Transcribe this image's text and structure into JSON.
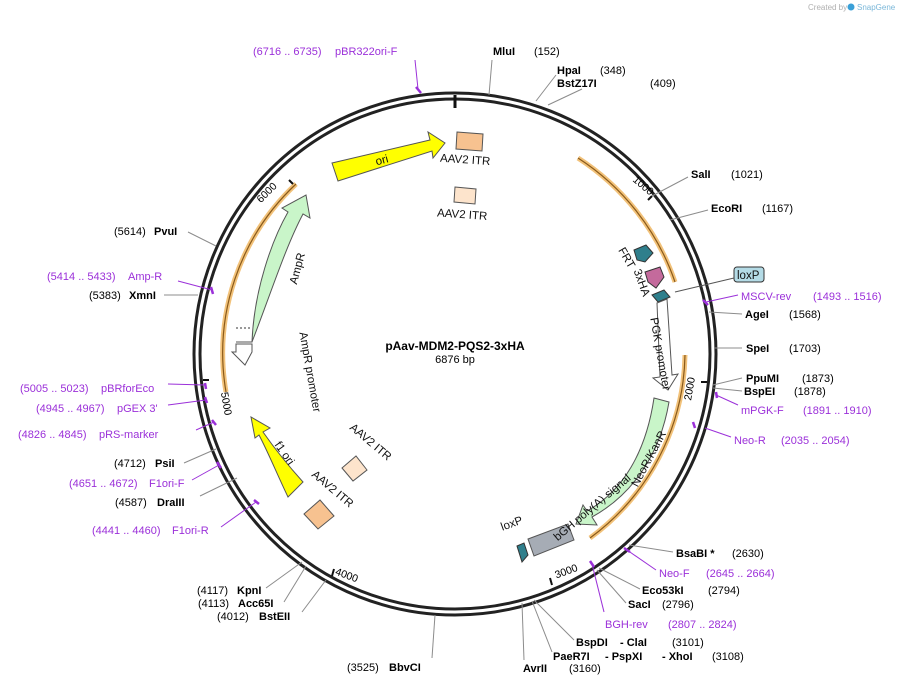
{
  "credit": {
    "prefix": "Created by",
    "brand": "SnapGene",
    "logo_color": "#3aa0d8"
  },
  "plasmid": {
    "name": "pAav-MDM2-PQS2-3xHA",
    "size_label": "6876 bp"
  },
  "ticks": [
    "1000",
    "2000",
    "3000",
    "4000",
    "5000",
    "6000"
  ],
  "features": [
    {
      "name": "ori",
      "label": "ori",
      "color": "#ffff00"
    },
    {
      "name": "aav2-itr-top",
      "label": "AAV2 ITR",
      "color": "#f7c290"
    },
    {
      "name": "aav2-itr-top-2",
      "label": "AAV2 ITR",
      "color": "#fde4cc"
    },
    {
      "name": "frt",
      "label": "FRT",
      "color": "#2f7f8c"
    },
    {
      "name": "loxp-top",
      "label": "loxP",
      "color": "#b4dbe6"
    },
    {
      "name": "3xha",
      "label": "3xHA",
      "color": "#c46a9c"
    },
    {
      "name": "pgk-promoter",
      "label": "PGK promoter",
      "color": "#ffffff"
    },
    {
      "name": "neor-kanr",
      "label": "NeoR/KanR",
      "color": "#c9f5c9"
    },
    {
      "name": "bgh-polya",
      "label": "bGH poly(A) signal",
      "color": "#a6acb5"
    },
    {
      "name": "loxp-bottom",
      "label": "loxP",
      "color": "#2f7f8c"
    },
    {
      "name": "aav2-itr-bottom",
      "label": "AAV2 ITR",
      "color": "#f7c290"
    },
    {
      "name": "aav2-itr-bottom-2",
      "label": "AAV2 ITR",
      "color": "#fde4cc"
    },
    {
      "name": "f1-ori",
      "label": "f1 ori",
      "color": "#ffff00"
    },
    {
      "name": "ampr-promoter",
      "label": "AmpR promoter",
      "color": "#ffffff"
    },
    {
      "name": "ampr",
      "label": "AmpR",
      "color": "#c9f5c9"
    }
  ],
  "sites": [
    {
      "name": "MluI",
      "pos": "(152)"
    },
    {
      "name": "HpaI",
      "pos": "(348)"
    },
    {
      "name": "BstZ17I",
      "pos": "(409)"
    },
    {
      "name": "SalI",
      "pos": "(1021)"
    },
    {
      "name": "EcoRI",
      "pos": "(1167)"
    },
    {
      "name": "AgeI",
      "pos": "(1568)"
    },
    {
      "name": "SpeI",
      "pos": "(1703)"
    },
    {
      "name": "PpuMI",
      "pos": "(1873)"
    },
    {
      "name": "BspEI",
      "pos": "(1878)"
    },
    {
      "name": "BsaBI *",
      "pos": "(2630)"
    },
    {
      "name": "Eco53kI",
      "pos": "(2794)"
    },
    {
      "name": "SacI",
      "pos": "(2796)"
    },
    {
      "name": "BspDI",
      "sep": "- ClaI",
      "pos": "(3101)"
    },
    {
      "name": "PaeR7I",
      "sep": "- PspXI",
      "sep2": "- XhoI",
      "pos": "(3108)"
    },
    {
      "name": "AvrII",
      "pos": "(3160)"
    },
    {
      "name": "BbvCI",
      "pos": "(3525)"
    },
    {
      "name": "BstEII",
      "pos": "(4012)"
    },
    {
      "name": "Acc65I",
      "pos": "(4113)"
    },
    {
      "name": "KpnI",
      "pos": "(4117)"
    },
    {
      "name": "DraIII",
      "pos": "(4587)"
    },
    {
      "name": "PsiI",
      "pos": "(4712)"
    },
    {
      "name": "XmnI",
      "pos": "(5383)"
    },
    {
      "name": "PvuI",
      "pos": "(5614)"
    }
  ],
  "primers": [
    {
      "name": "pBR322ori-F",
      "range": "(6716 .. 6735)"
    },
    {
      "name": "MSCV-rev",
      "range": "(1493 .. 1516)"
    },
    {
      "name": "mPGK-F",
      "range": "(1891 .. 1910)"
    },
    {
      "name": "Neo-R",
      "range": "(2035 .. 2054)"
    },
    {
      "name": "Neo-F",
      "range": "(2645 .. 2664)"
    },
    {
      "name": "BGH-rev",
      "range": "(2807 .. 2824)"
    },
    {
      "name": "F1ori-R",
      "range": "(4441 .. 4460)"
    },
    {
      "name": "F1ori-F",
      "range": "(4651 .. 4672)"
    },
    {
      "name": "pRS-marker",
      "range": "(4826 .. 4845)"
    },
    {
      "name": "pGEX 3'",
      "range": "(4945 .. 4967)"
    },
    {
      "name": "pBRforEco",
      "range": "(5005 .. 5023)"
    },
    {
      "name": "Amp-R",
      "range": "(5414 .. 5433)"
    }
  ],
  "colors": {
    "backbone": "#222222",
    "orf_highlight": "#f2c27a",
    "primer": "#9b30d9",
    "site_line": "#8c8c8c"
  }
}
